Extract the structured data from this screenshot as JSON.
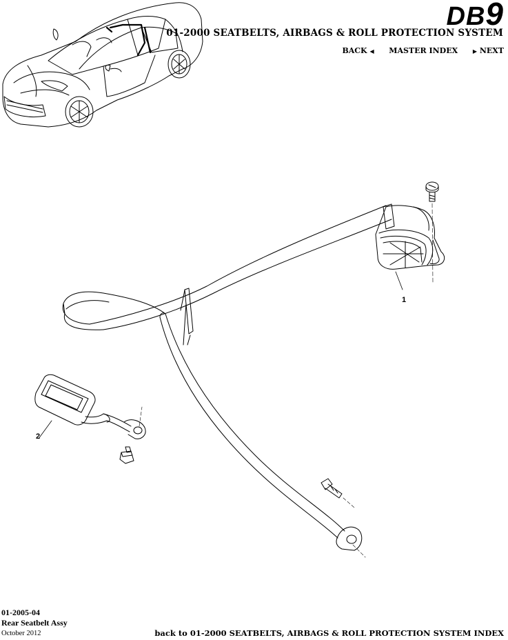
{
  "header": {
    "logo_prefix": "DB",
    "logo_number": "9",
    "system_title": "01-2000 SEATBELTS, AIRBAGS & ROLL PROTECTION SYSTEM",
    "nav": {
      "back": "BACK",
      "master_index": "MASTER INDEX",
      "next": "NEXT"
    }
  },
  "diagram": {
    "callouts": [
      "1",
      "2"
    ]
  },
  "footer": {
    "part_number": "01-2005-04",
    "part_name": "Rear Seatbelt Assy",
    "date": "October 2012",
    "back_link": "back to 01-2000 SEATBELTS, AIRBAGS & ROLL PROTECTION SYSTEM INDEX"
  }
}
